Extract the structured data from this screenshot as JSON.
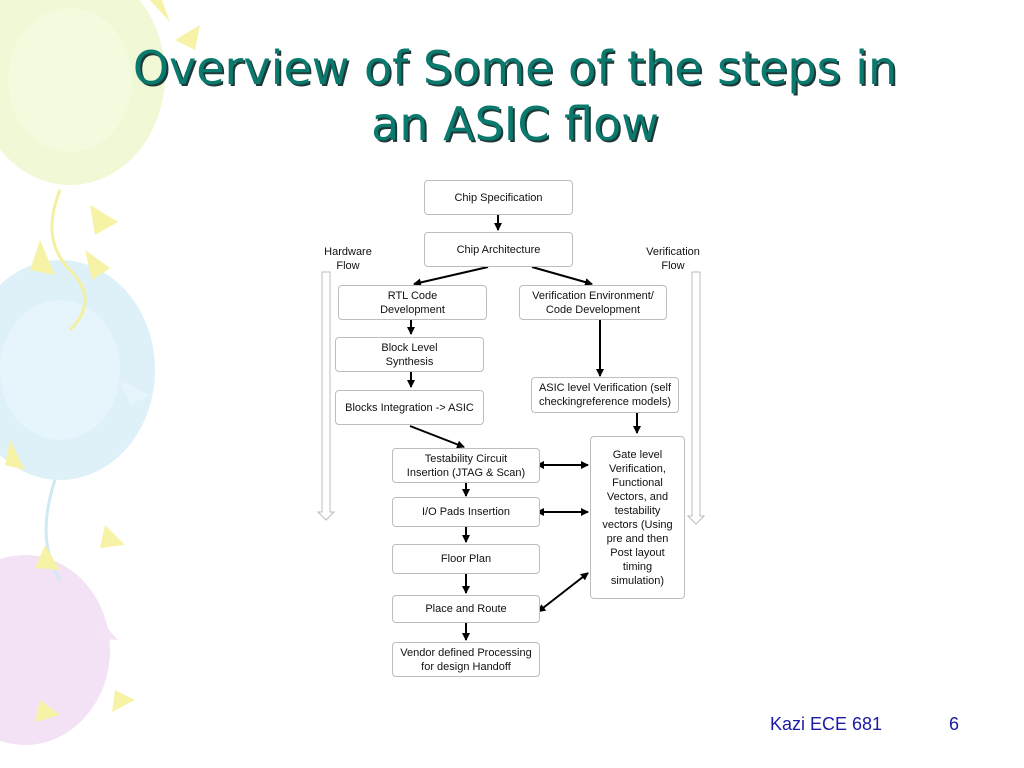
{
  "slide": {
    "title_line1": "Overview of Some of the steps in",
    "title_line2": "an ASIC flow",
    "footer_author": "Kazi ECE 681",
    "footer_page": "6"
  },
  "flow_labels": {
    "hardware": "Hardware\nFlow",
    "verification": "Verification\nFlow"
  },
  "nodes": {
    "chip_spec": "Chip Specification",
    "chip_arch": "Chip Architecture",
    "rtl": "RTL Code\nDevelopment",
    "verif_env": "Verification Environment/\nCode Development",
    "block_synth": "Block Level\nSynthesis",
    "asic_verif": "ASIC level Verification (self\ncheckingreference models)",
    "blocks_integration": "Blocks Integration -> ASIC",
    "testability": "Testability Circuit\nInsertion (JTAG & Scan)",
    "gate_level": "Gate level\nVerification,\nFunctional\nVectors, and\ntestability\nvectors (Using\npre and then\nPost layout\ntiming\nsimulation)",
    "io_pads": "I/O Pads Insertion",
    "floor_plan": "Floor Plan",
    "place_route": "Place and Route",
    "vendor": "Vendor defined Processing\nfor design Handoff"
  },
  "colors": {
    "title": "#0b7a6e",
    "footer": "#1a1aa8",
    "box_border": "#bdbdbd"
  }
}
